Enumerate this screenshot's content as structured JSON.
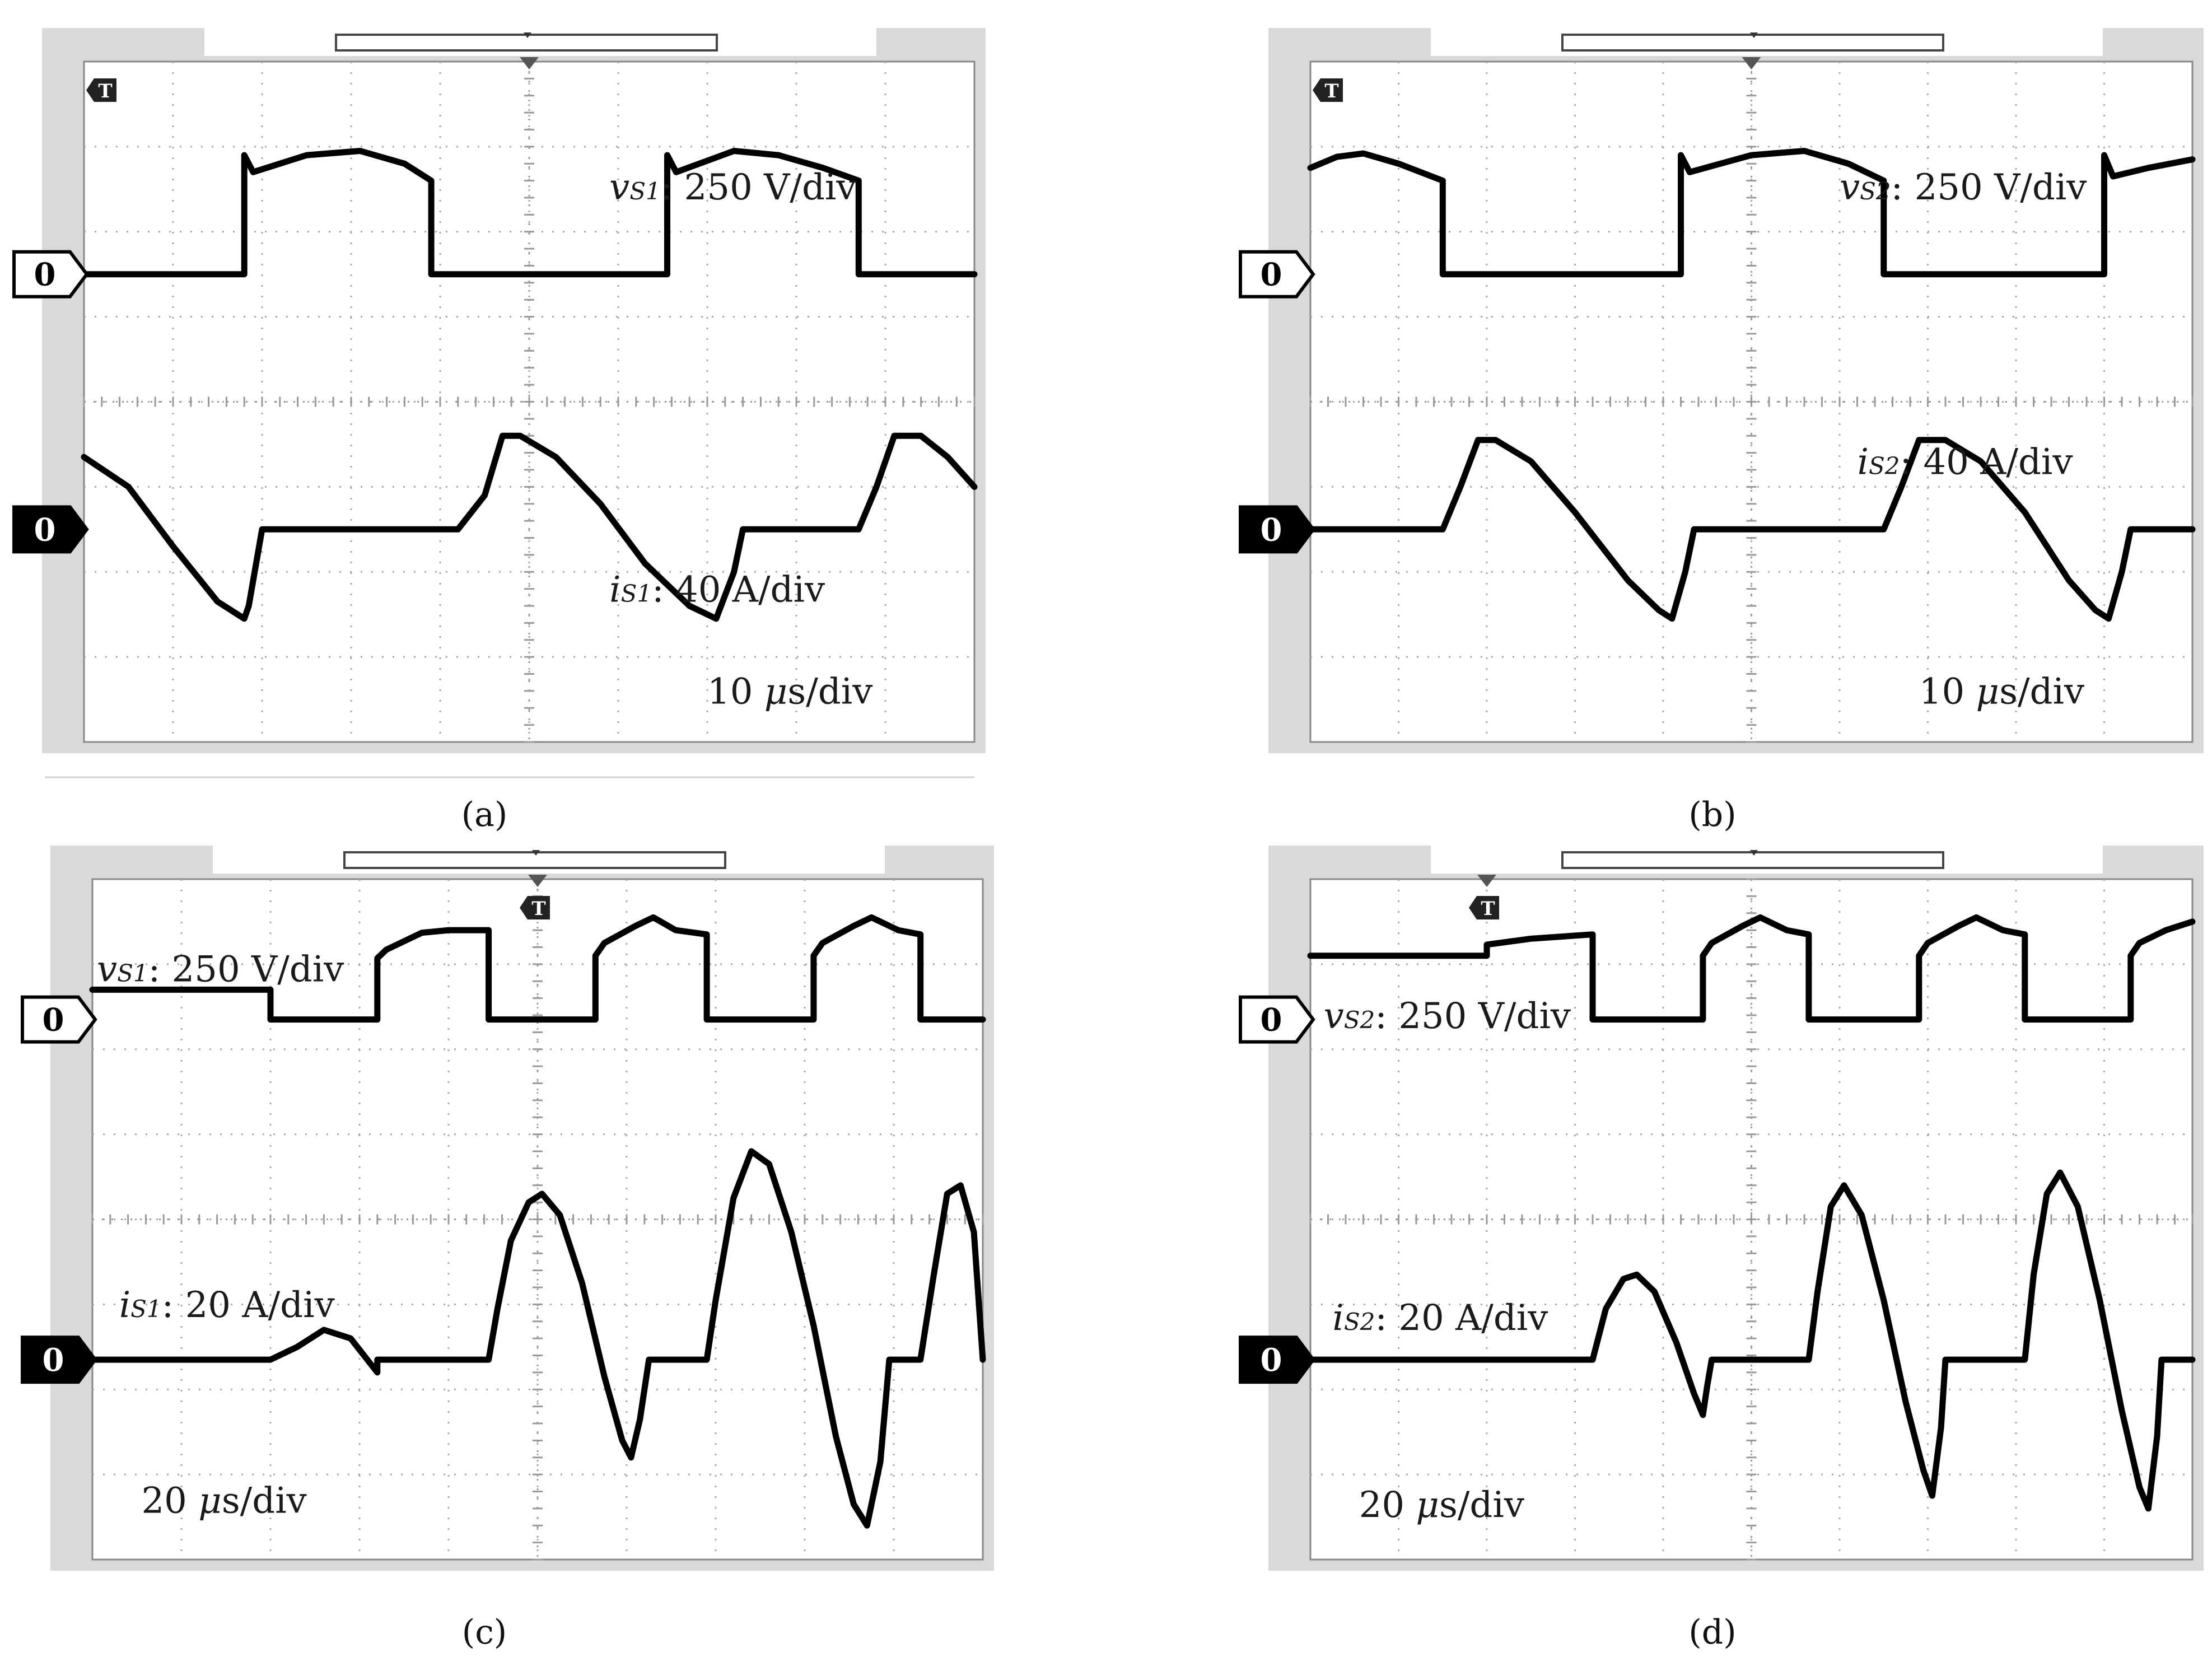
{
  "figure": {
    "captions": [
      "(a)",
      "(b)",
      "(c)",
      "(d)"
    ]
  },
  "colors": {
    "trace": "#000000",
    "grid": "#a8a8a8",
    "bezel": "#d9d9d9",
    "label_text": "#1a1a1a"
  },
  "chart_data": [
    {
      "type": "line",
      "panel": "a",
      "caption": "(a)",
      "time_per_div": "10 μs/div",
      "timebase": {
        "value": "10",
        "unit": "μs/div"
      },
      "divisions": {
        "x": 10,
        "y": 8
      },
      "trigger_icon": "T",
      "trigger_position_div": 5.0,
      "series": [
        {
          "name": "vS1",
          "sym": "v",
          "sub": "S1",
          "scale": "250 V/div",
          "ground_div": 2.5,
          "ground_marker": "0",
          "marker_style": "outline",
          "points_div": [
            [
              0,
              0
            ],
            [
              1.8,
              0
            ],
            [
              1.8,
              1.4
            ],
            [
              1.9,
              1.2
            ],
            [
              2.5,
              1.4
            ],
            [
              3.1,
              1.45
            ],
            [
              3.6,
              1.3
            ],
            [
              3.9,
              1.1
            ],
            [
              3.9,
              0
            ],
            [
              6.55,
              0
            ],
            [
              6.55,
              1.4
            ],
            [
              6.65,
              1.2
            ],
            [
              7.3,
              1.45
            ],
            [
              7.8,
              1.4
            ],
            [
              8.3,
              1.25
            ],
            [
              8.7,
              1.1
            ],
            [
              8.7,
              0
            ],
            [
              10,
              0
            ]
          ]
        },
        {
          "name": "iS1",
          "sym": "i",
          "sub": "S1",
          "scale": "40 A/div",
          "ground_div": 5.5,
          "ground_marker": "0",
          "marker_style": "filled",
          "points_div": [
            [
              0,
              0.85
            ],
            [
              0.5,
              0.5
            ],
            [
              1.0,
              -0.2
            ],
            [
              1.5,
              -0.85
            ],
            [
              1.8,
              -1.05
            ],
            [
              1.85,
              -0.9
            ],
            [
              2.0,
              0
            ],
            [
              4.2,
              0
            ],
            [
              4.5,
              0.4
            ],
            [
              4.7,
              1.1
            ],
            [
              4.9,
              1.1
            ],
            [
              5.3,
              0.85
            ],
            [
              5.8,
              0.3
            ],
            [
              6.3,
              -0.4
            ],
            [
              6.8,
              -0.9
            ],
            [
              7.1,
              -1.05
            ],
            [
              7.3,
              -0.5
            ],
            [
              7.4,
              0
            ],
            [
              8.7,
              0
            ],
            [
              8.9,
              0.5
            ],
            [
              9.1,
              1.1
            ],
            [
              9.4,
              1.1
            ],
            [
              9.7,
              0.85
            ],
            [
              10,
              0.5
            ]
          ]
        }
      ],
      "label_positions": {
        "vS1": [
          5.9,
          1.62
        ],
        "iS1": [
          5.9,
          6.35
        ],
        "timebase": [
          7.0,
          7.55
        ]
      }
    },
    {
      "type": "line",
      "panel": "b",
      "caption": "(b)",
      "time_per_div": "10 μs/div",
      "timebase": {
        "value": "10",
        "unit": "μs/div"
      },
      "divisions": {
        "x": 10,
        "y": 8
      },
      "trigger_icon": "T",
      "trigger_position_div": 5.0,
      "series": [
        {
          "name": "vS2",
          "sym": "v",
          "sub": "S2",
          "scale": "250 V/div",
          "ground_div": 2.5,
          "ground_marker": "0",
          "marker_style": "outline",
          "points_div": [
            [
              0,
              1.25
            ],
            [
              0.3,
              1.38
            ],
            [
              0.6,
              1.42
            ],
            [
              1.0,
              1.3
            ],
            [
              1.5,
              1.1
            ],
            [
              1.5,
              0
            ],
            [
              4.2,
              0
            ],
            [
              4.2,
              1.4
            ],
            [
              4.3,
              1.2
            ],
            [
              5.0,
              1.4
            ],
            [
              5.6,
              1.45
            ],
            [
              6.1,
              1.3
            ],
            [
              6.5,
              1.1
            ],
            [
              6.5,
              0
            ],
            [
              9.0,
              0
            ],
            [
              9.0,
              1.4
            ],
            [
              9.1,
              1.15
            ],
            [
              9.5,
              1.25
            ],
            [
              10,
              1.35
            ]
          ]
        },
        {
          "name": "iS2",
          "sym": "i",
          "sub": "S2",
          "scale": "40 A/div",
          "ground_div": 5.5,
          "ground_marker": "0",
          "marker_style": "filled",
          "points_div": [
            [
              0,
              0
            ],
            [
              1.5,
              0
            ],
            [
              1.7,
              0.5
            ],
            [
              1.9,
              1.05
            ],
            [
              2.1,
              1.05
            ],
            [
              2.5,
              0.8
            ],
            [
              3.0,
              0.2
            ],
            [
              3.6,
              -0.6
            ],
            [
              3.95,
              -0.95
            ],
            [
              4.1,
              -1.05
            ],
            [
              4.25,
              -0.5
            ],
            [
              4.35,
              0
            ],
            [
              6.5,
              0
            ],
            [
              6.7,
              0.5
            ],
            [
              6.9,
              1.05
            ],
            [
              7.2,
              1.05
            ],
            [
              7.6,
              0.8
            ],
            [
              8.1,
              0.2
            ],
            [
              8.6,
              -0.6
            ],
            [
              8.9,
              -0.95
            ],
            [
              9.05,
              -1.05
            ],
            [
              9.2,
              -0.5
            ],
            [
              9.3,
              0
            ],
            [
              10,
              0
            ]
          ]
        }
      ],
      "label_positions": {
        "vS2": [
          6.0,
          1.62
        ],
        "iS2": [
          6.2,
          4.85
        ],
        "timebase": [
          6.9,
          7.55
        ]
      }
    },
    {
      "type": "line",
      "panel": "c",
      "caption": "(c)",
      "time_per_div": "20 μs/div",
      "timebase": {
        "value": "20",
        "unit": "μs/div"
      },
      "divisions": {
        "x": 10,
        "y": 8
      },
      "trigger_icon": "T",
      "trigger_position_div": 5.0,
      "series": [
        {
          "name": "vS1",
          "sym": "v",
          "sub": "S1",
          "scale": "250 V/div",
          "ground_div": 1.65,
          "ground_marker": "0",
          "marker_style": "outline",
          "points_div": [
            [
              0,
              0.35
            ],
            [
              2.0,
              0.35
            ],
            [
              2.0,
              0
            ],
            [
              3.2,
              0
            ],
            [
              3.2,
              0.72
            ],
            [
              3.3,
              0.82
            ],
            [
              3.7,
              1.02
            ],
            [
              4.0,
              1.05
            ],
            [
              4.45,
              1.05
            ],
            [
              4.45,
              0
            ],
            [
              5.65,
              0
            ],
            [
              5.65,
              0.75
            ],
            [
              5.75,
              0.9
            ],
            [
              6.1,
              1.1
            ],
            [
              6.3,
              1.2
            ],
            [
              6.55,
              1.05
            ],
            [
              6.9,
              1.0
            ],
            [
              6.9,
              0
            ],
            [
              8.1,
              0
            ],
            [
              8.1,
              0.75
            ],
            [
              8.2,
              0.9
            ],
            [
              8.55,
              1.1
            ],
            [
              8.75,
              1.2
            ],
            [
              9.05,
              1.05
            ],
            [
              9.3,
              1.0
            ],
            [
              9.3,
              0
            ],
            [
              10,
              0
            ]
          ]
        },
        {
          "name": "iS1",
          "sym": "i",
          "sub": "S1",
          "scale": "20 A/div",
          "ground_div": 5.65,
          "ground_marker": "0",
          "marker_style": "filled",
          "points_div": [
            [
              0,
              0
            ],
            [
              2.0,
              0
            ],
            [
              2.3,
              0.15
            ],
            [
              2.6,
              0.35
            ],
            [
              2.9,
              0.25
            ],
            [
              3.2,
              -0.15
            ],
            [
              3.2,
              0
            ],
            [
              4.45,
              0
            ],
            [
              4.55,
              0.6
            ],
            [
              4.7,
              1.4
            ],
            [
              4.9,
              1.85
            ],
            [
              5.05,
              1.95
            ],
            [
              5.25,
              1.7
            ],
            [
              5.5,
              0.9
            ],
            [
              5.75,
              -0.2
            ],
            [
              5.95,
              -0.95
            ],
            [
              6.05,
              -1.15
            ],
            [
              6.15,
              -0.7
            ],
            [
              6.25,
              0
            ],
            [
              6.9,
              0
            ],
            [
              7.0,
              0.7
            ],
            [
              7.2,
              1.9
            ],
            [
              7.4,
              2.45
            ],
            [
              7.6,
              2.3
            ],
            [
              7.85,
              1.5
            ],
            [
              8.1,
              0.4
            ],
            [
              8.35,
              -0.9
            ],
            [
              8.55,
              -1.7
            ],
            [
              8.7,
              -1.95
            ],
            [
              8.85,
              -1.2
            ],
            [
              8.95,
              0
            ],
            [
              9.3,
              0
            ],
            [
              9.45,
              1.0
            ],
            [
              9.6,
              1.95
            ],
            [
              9.75,
              2.05
            ],
            [
              9.9,
              1.5
            ],
            [
              10,
              0
            ]
          ]
        }
      ],
      "label_positions": {
        "vS1": [
          0.05,
          1.2
        ],
        "iS1": [
          0.3,
          5.15
        ],
        "timebase": [
          0.55,
          7.45
        ]
      }
    },
    {
      "type": "line",
      "panel": "d",
      "caption": "(d)",
      "time_per_div": "20 μs/div",
      "timebase": {
        "value": "20",
        "unit": "μs/div"
      },
      "divisions": {
        "x": 10,
        "y": 8
      },
      "trigger_icon": "T",
      "trigger_position_div": 2.0,
      "series": [
        {
          "name": "vS2",
          "sym": "v",
          "sub": "S2",
          "scale": "250 V/div",
          "ground_div": 1.65,
          "ground_marker": "0",
          "marker_style": "outline",
          "points_div": [
            [
              0,
              0.75
            ],
            [
              2.0,
              0.75
            ],
            [
              2.0,
              0.88
            ],
            [
              2.5,
              0.95
            ],
            [
              3.2,
              1.0
            ],
            [
              3.2,
              0
            ],
            [
              4.45,
              0
            ],
            [
              4.45,
              0.75
            ],
            [
              4.55,
              0.9
            ],
            [
              4.9,
              1.1
            ],
            [
              5.1,
              1.2
            ],
            [
              5.4,
              1.05
            ],
            [
              5.65,
              1.0
            ],
            [
              5.65,
              0
            ],
            [
              6.9,
              0
            ],
            [
              6.9,
              0.75
            ],
            [
              7.0,
              0.9
            ],
            [
              7.35,
              1.1
            ],
            [
              7.55,
              1.2
            ],
            [
              7.85,
              1.05
            ],
            [
              8.1,
              1.0
            ],
            [
              8.1,
              0
            ],
            [
              9.3,
              0
            ],
            [
              9.3,
              0.75
            ],
            [
              9.4,
              0.9
            ],
            [
              9.7,
              1.05
            ],
            [
              10,
              1.15
            ]
          ]
        },
        {
          "name": "iS2",
          "sym": "i",
          "sub": "S2",
          "scale": "20 A/div",
          "ground_div": 5.65,
          "ground_marker": "0",
          "marker_style": "filled",
          "points_div": [
            [
              0,
              0
            ],
            [
              3.2,
              0
            ],
            [
              3.35,
              0.6
            ],
            [
              3.55,
              0.95
            ],
            [
              3.7,
              1.0
            ],
            [
              3.9,
              0.8
            ],
            [
              4.15,
              0.2
            ],
            [
              4.35,
              -0.4
            ],
            [
              4.45,
              -0.65
            ],
            [
              4.5,
              -0.3
            ],
            [
              4.55,
              0
            ],
            [
              5.65,
              0
            ],
            [
              5.75,
              0.8
            ],
            [
              5.9,
              1.8
            ],
            [
              6.05,
              2.05
            ],
            [
              6.25,
              1.7
            ],
            [
              6.5,
              0.7
            ],
            [
              6.75,
              -0.5
            ],
            [
              6.95,
              -1.3
            ],
            [
              7.05,
              -1.6
            ],
            [
              7.15,
              -0.8
            ],
            [
              7.2,
              0
            ],
            [
              8.1,
              0
            ],
            [
              8.2,
              1.0
            ],
            [
              8.35,
              1.95
            ],
            [
              8.5,
              2.2
            ],
            [
              8.7,
              1.8
            ],
            [
              8.95,
              0.7
            ],
            [
              9.2,
              -0.6
            ],
            [
              9.4,
              -1.5
            ],
            [
              9.5,
              -1.75
            ],
            [
              9.6,
              -0.9
            ],
            [
              9.65,
              0
            ],
            [
              10,
              0
            ]
          ]
        }
      ],
      "label_positions": {
        "vS2": [
          0.15,
          1.75
        ],
        "iS2": [
          0.25,
          5.3
        ],
        "timebase": [
          0.55,
          7.5
        ]
      }
    }
  ]
}
